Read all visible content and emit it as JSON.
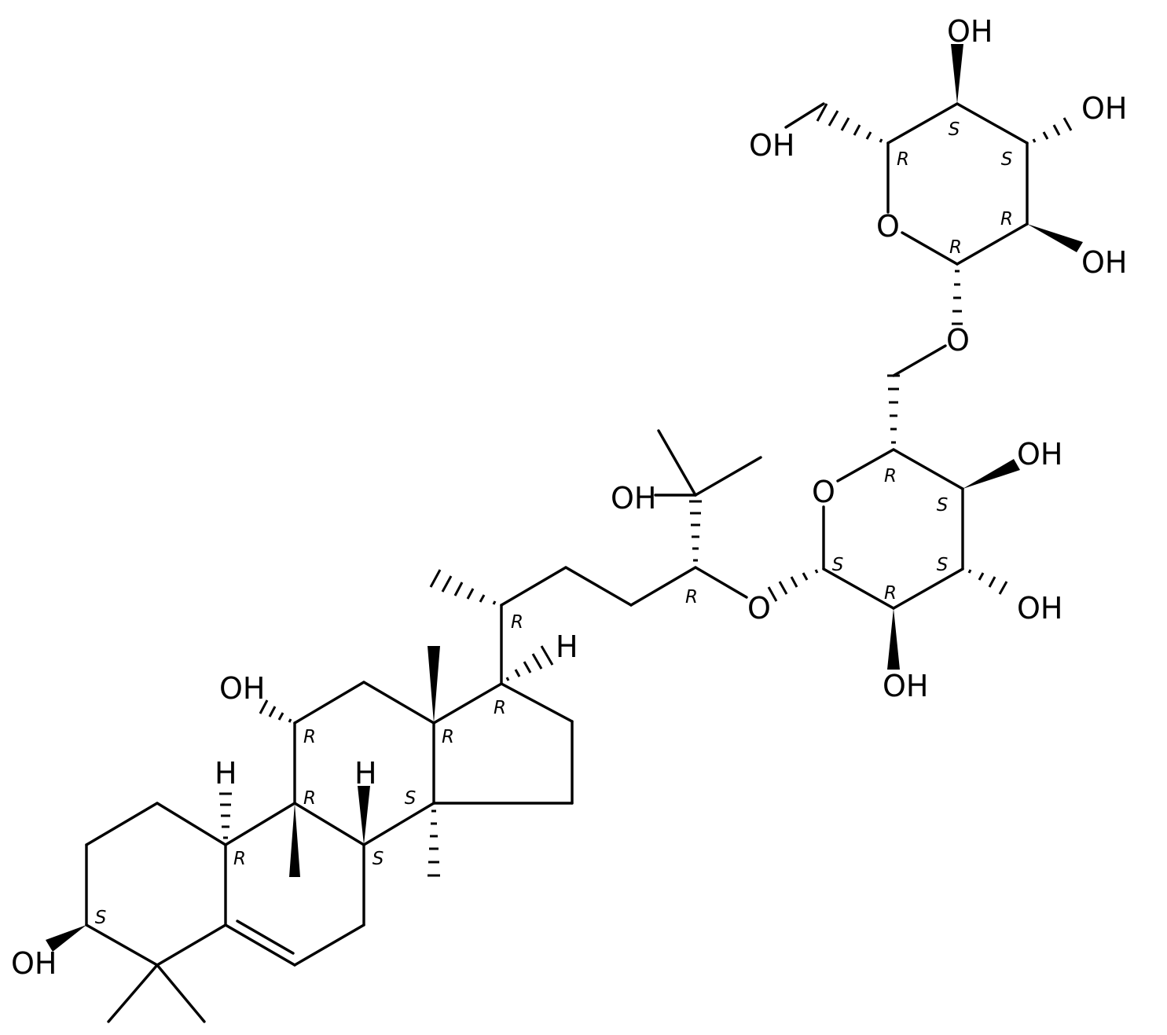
{
  "diagram": {
    "atom_labels": {
      "oh_c3": "OH",
      "oh_c11": "OH",
      "h_c9": "H",
      "h_c8": "H",
      "h_c17": "H",
      "oh_c25": "OH",
      "o_glycosidic_24": "O",
      "o_ring_inner": "O",
      "oh_inner_c2": "OH",
      "oh_inner_c3": "OH",
      "oh_inner_c4": "OH",
      "o_linker_6": "O",
      "o_ring_outer": "O",
      "oh_outer_c6": "OH",
      "oh_outer_c4": "OH",
      "oh_outer_c3": "OH",
      "oh_outer_c2": "OH"
    },
    "stereo_labels": {
      "c3": "S",
      "c9": "R",
      "c10": "R",
      "c11": "R",
      "c8": "S",
      "c14": "S",
      "c13": "R",
      "c17": "R",
      "c20": "R",
      "c24": "R",
      "inner_c1": "S",
      "inner_c2": "R",
      "inner_c3": "S",
      "inner_c4": "S",
      "inner_c5": "R",
      "outer_c1": "R",
      "outer_c2": "R",
      "outer_c3": "S",
      "outer_c4": "S",
      "outer_c5": "R"
    },
    "colors": {
      "ink": "#000000",
      "background": "#ffffff"
    }
  }
}
